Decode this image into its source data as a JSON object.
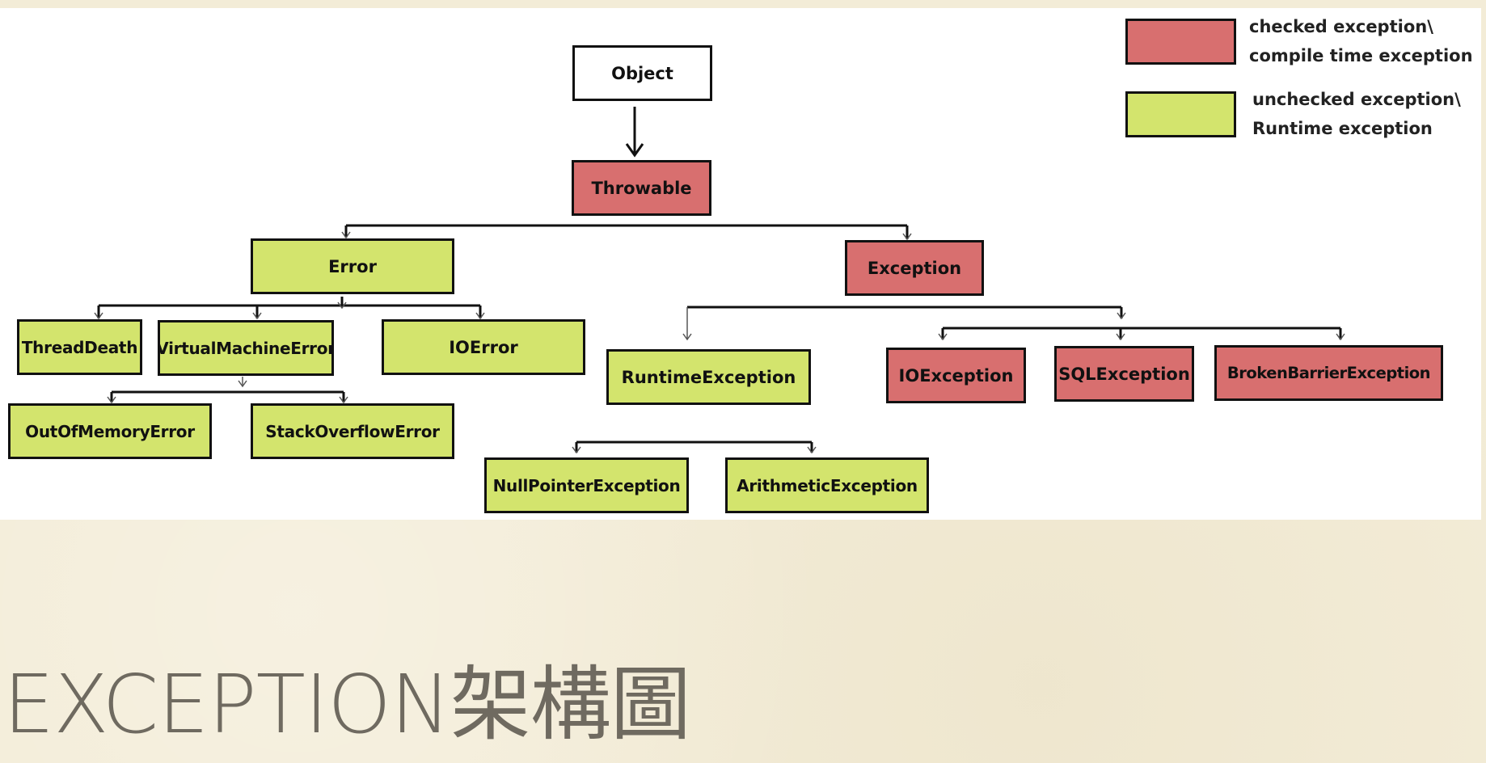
{
  "slide_title": "EXCEPTION架構圖",
  "legend": {
    "checked": {
      "line1": "checked exception\\",
      "line2": "compile time exception",
      "color": "#d86f6f"
    },
    "unchecked": {
      "line1": "unchecked exception\\",
      "line2": "Runtime exception",
      "color": "#d3e46d"
    }
  },
  "nodes": {
    "object": "Object",
    "throwable": "Throwable",
    "error": "Error",
    "exception": "Exception",
    "thread_death": "ThreadDeath",
    "virtual_machine_error": "VirtualMachineError",
    "io_error": "IOError",
    "out_of_memory_error": "OutOfMemoryError",
    "stack_overflow_error": "StackOverflowError",
    "runtime_exception": "RuntimeException",
    "io_exception": "IOException",
    "sql_exception": "SQLException",
    "broken_barrier_exception": "BrokenBarrierException",
    "null_pointer_exception": "NullPointerException",
    "arithmetic_exception": "ArithmeticException"
  }
}
